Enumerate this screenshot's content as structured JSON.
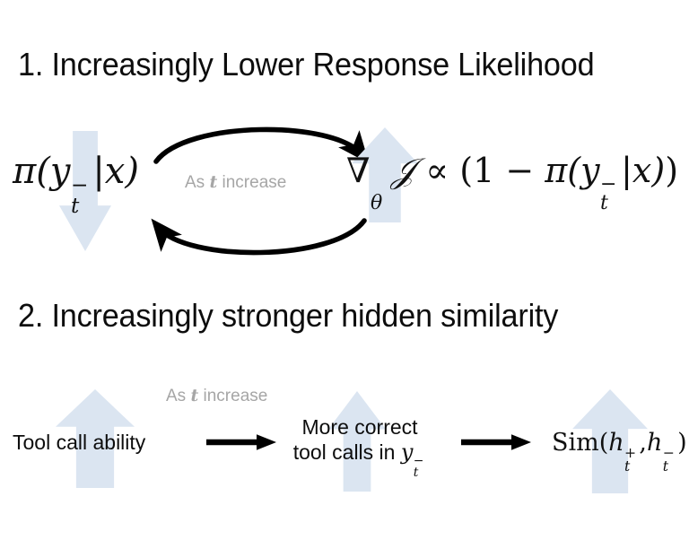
{
  "slide": {
    "background_color": "#ffffff",
    "accent_arrow_color": "#dbe5f1",
    "text_color": "#0d0d0d",
    "muted_text_color": "#a6a6a6"
  },
  "section1": {
    "heading": "1. Increasingly Lower Response Likelihood",
    "left_formula": {
      "pi": "π",
      "open": "(",
      "y": "y",
      "y_sub": "t",
      "y_sup": "−",
      "bar": "|",
      "x": "x",
      "close": ")"
    },
    "cycle_label": {
      "prefix": "As ",
      "variable": "t",
      "suffix": " increase"
    },
    "right_formula": {
      "nabla": "∇",
      "theta": "θ",
      "script_j": "𝒥",
      "propto": "∝",
      "open_paren": "(",
      "one": "1",
      "minus": "−",
      "pi": "π",
      "open": "(",
      "y": "y",
      "y_sub": "t",
      "y_sup": "−",
      "bar": "|",
      "x": "x",
      "close": ")",
      "close_paren": ")"
    },
    "arrow_down_name": "decreasing",
    "arrow_up_name": "increasing"
  },
  "section2": {
    "heading": "2. Increasingly stronger hidden similarity",
    "cycle_label": {
      "prefix": "As ",
      "variable": "t",
      "suffix": " increase"
    },
    "node1": "Tool call ability",
    "node2_line1": "More correct",
    "node2_line2_prefix": "tool calls in ",
    "node2_math": {
      "y": "y",
      "y_sub": "t",
      "y_sup": "−"
    },
    "node3_formula": {
      "sim": "Sim",
      "open": "(",
      "h1": "h",
      "h1_sub": "t",
      "h1_sup": "+",
      "comma": ",",
      "h2": "h",
      "h2_sub": "t",
      "h2_sup": "−",
      "close": ")"
    }
  }
}
